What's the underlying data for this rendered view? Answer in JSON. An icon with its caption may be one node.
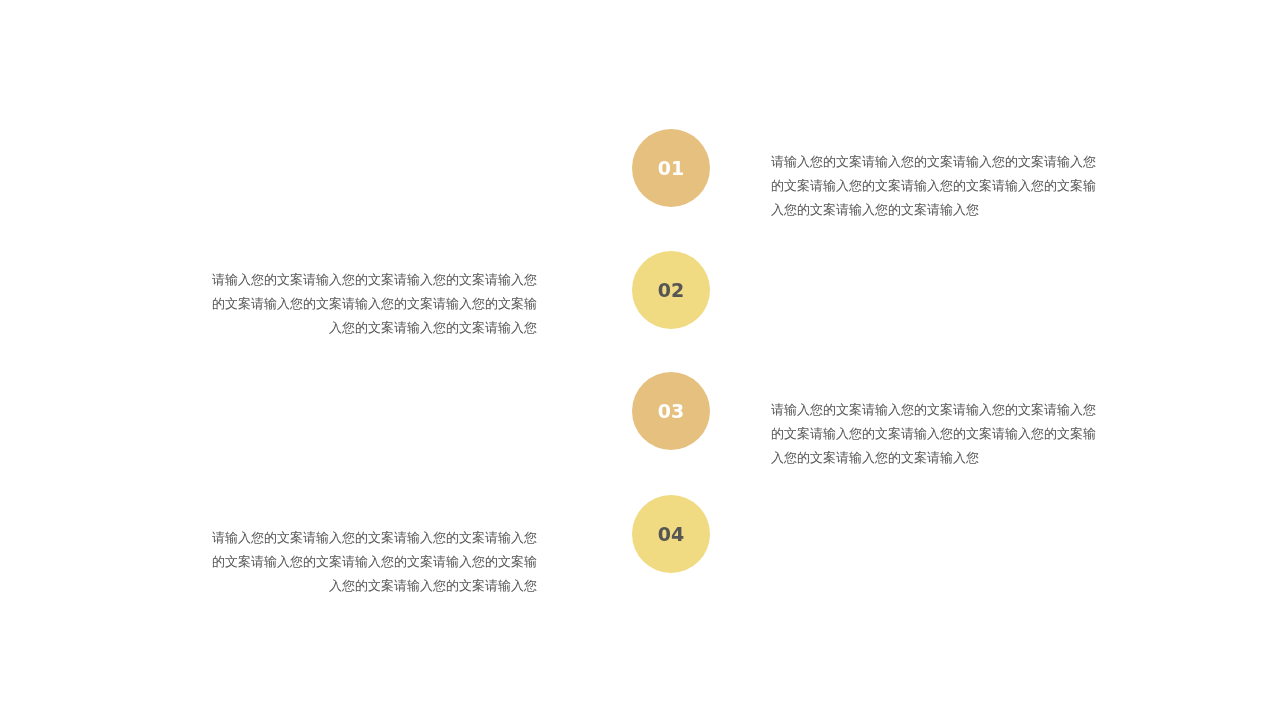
{
  "diagram": {
    "nodes": [
      {
        "text": [
          "01"
        ]
      },
      {
        "text": [
          "02"
        ]
      },
      {
        "text": [
          "03"
        ]
      },
      {
        "text": [
          "04"
        ]
      }
    ],
    "labels": [
      "请输入您的文案请输入您的文案请输入您的文案请输入您的文案请输入您的文案请输入您的文案请输入您的文案输入您的文案请输入您的文案请输入您",
      "请输入您的文案请输入您的文案请输入您的文案请输入您的文案请输入您的文案请输入您的文案请输入您的文案输入您的文案请输入您的文案请输入您",
      "请输入您的文案请输入您的文案请输入您的文案请输入您的文案请输入您的文案请输入您的文案请输入您的文案输入您的文案请输入您的文案请输入您",
      "请输入您的文案请输入您的文案请输入您的文案请输入您的文案请输入您的文案请输入您的文案请输入您的文案输入您的文案请输入您的文案请输入您"
    ]
  }
}
